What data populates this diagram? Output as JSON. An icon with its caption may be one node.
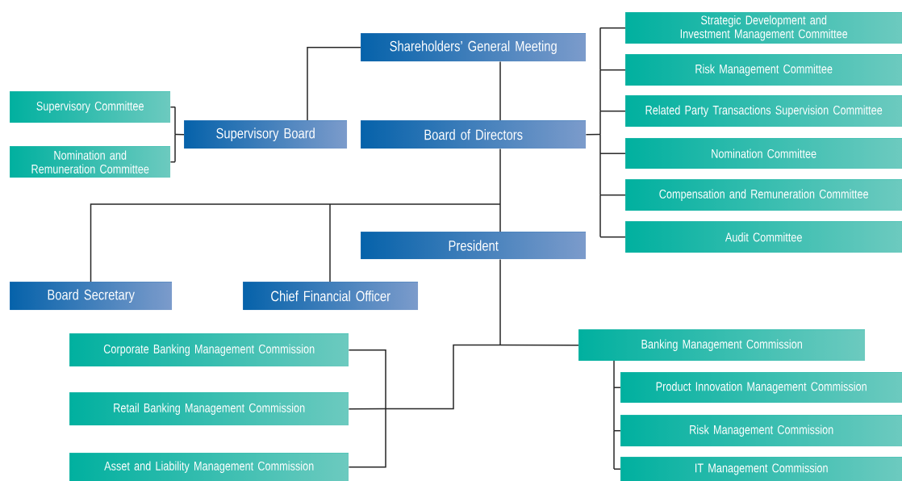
{
  "diagram": {
    "nodes": [
      {
        "text": [
          "Shareholders’ General Meeting"
        ]
      },
      {
        "text": [
          "Supervisory Board"
        ]
      },
      {
        "text": [
          "Supervisory Committee"
        ]
      },
      {
        "text": [
          "Nomination and Remuneration Committee"
        ]
      },
      {
        "text": [
          "Board of Directors"
        ]
      },
      {
        "text": [
          "Strategic Development and Investment Management Committee"
        ]
      },
      {
        "text": [
          "Risk Management Committee"
        ]
      },
      {
        "text": [
          "Related Party Transactions Supervision Committee"
        ]
      },
      {
        "text": [
          "Nomination Committee"
        ]
      },
      {
        "text": [
          "Compensation and Remuneration Committee"
        ]
      },
      {
        "text": [
          "Audit Committee"
        ]
      },
      {
        "text": [
          "President"
        ]
      },
      {
        "text": [
          "Board Secretary"
        ]
      },
      {
        "text": [
          "Chief Financial Officer"
        ]
      },
      {
        "text": [
          "Corporate Banking Management Commission"
        ]
      },
      {
        "text": [
          "Retail Banking Management Commission"
        ]
      },
      {
        "text": [
          "Asset and Liability Management Commission"
        ]
      },
      {
        "text": [
          "Banking Management Commission"
        ]
      },
      {
        "text": [
          "Product Innovation Management Commission"
        ]
      },
      {
        "text": [
          "Risk Management Commission"
        ]
      },
      {
        "text": [
          "IT Management Commission"
        ]
      }
    ],
    "edges": [
      {
        "from": 0,
        "to": 1,
        "arrow": "none"
      },
      {
        "from": 0,
        "to": 4,
        "arrow": "none"
      },
      {
        "from": 1,
        "to": 2,
        "arrow": "none"
      },
      {
        "from": 1,
        "to": 3,
        "arrow": "none"
      },
      {
        "from": 4,
        "to": 5,
        "arrow": "none"
      },
      {
        "from": 4,
        "to": 6,
        "arrow": "none"
      },
      {
        "from": 4,
        "to": 7,
        "arrow": "none"
      },
      {
        "from": 4,
        "to": 8,
        "arrow": "none"
      },
      {
        "from": 4,
        "to": 9,
        "arrow": "none"
      },
      {
        "from": 4,
        "to": 10,
        "arrow": "none"
      },
      {
        "from": 4,
        "to": 11,
        "arrow": "none"
      },
      {
        "from": 4,
        "to": 12,
        "arrow": "none"
      },
      {
        "from": 4,
        "to": 13,
        "arrow": "none"
      },
      {
        "from": 11,
        "to": 17,
        "arrow": "none"
      },
      {
        "from": 11,
        "to": 14,
        "arrow": "none"
      },
      {
        "from": 11,
        "to": 15,
        "arrow": "none"
      },
      {
        "from": 11,
        "to": 16,
        "arrow": "none"
      },
      {
        "from": 17,
        "to": 18,
        "arrow": "none"
      },
      {
        "from": 17,
        "to": 19,
        "arrow": "none"
      },
      {
        "from": 17,
        "to": 20,
        "arrow": "none"
      }
    ]
  }
}
